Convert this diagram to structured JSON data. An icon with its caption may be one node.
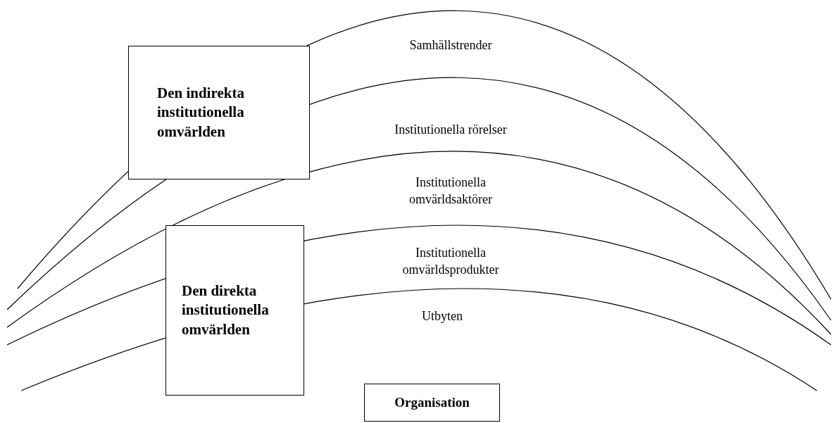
{
  "diagram": {
    "nodes": [
      {
        "text": [
          "Den indirekta institutionella omvärlden"
        ]
      },
      {
        "text": [
          "Den direkta institutionella omvärlden"
        ]
      },
      {
        "text": [
          "Organisation"
        ]
      }
    ],
    "labels": [
      "Samhällstrender",
      "Institutionella rörelser",
      "Institutionella omvärldsaktörer",
      "Institutionella omvärldsprodukter",
      "Utbyten"
    ]
  }
}
